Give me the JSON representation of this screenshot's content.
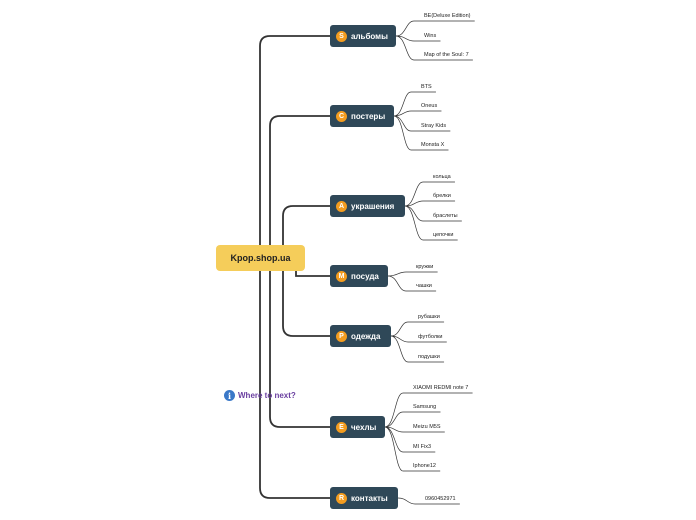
{
  "root": {
    "label": "Kpop.shop.ua"
  },
  "next": {
    "label": "Where to next?",
    "icon": "info-icon"
  },
  "branches": [
    {
      "key": "albums",
      "badge": "S",
      "label": "альбомы",
      "leaves": [
        "BE(Deluxe Edition)",
        "Wins",
        "Map of the Soul: 7"
      ]
    },
    {
      "key": "posters",
      "badge": "C",
      "label": "постеры",
      "leaves": [
        "BTS",
        "Oneus",
        "Stray Kids",
        "Monsta X"
      ]
    },
    {
      "key": "jewelry",
      "badge": "A",
      "label": "украшения",
      "leaves": [
        "кольца",
        "брелки",
        "браслеты",
        "цепочки"
      ]
    },
    {
      "key": "dishes",
      "badge": "M",
      "label": "посуда",
      "leaves": [
        "кружки",
        "чашки"
      ]
    },
    {
      "key": "clothes",
      "badge": "P",
      "label": "одежда",
      "leaves": [
        "рубашки",
        "футболки",
        "подушки"
      ]
    },
    {
      "key": "cases",
      "badge": "E",
      "label": "чехлы",
      "leaves": [
        "XIAOMI REDMI note 7",
        "Samsung",
        "Meizu M5S",
        "MI Fix3",
        "Iphone12"
      ]
    },
    {
      "key": "contacts",
      "badge": "R",
      "label": "контакты",
      "leaves": [
        "0960452971"
      ]
    }
  ],
  "colors": {
    "root": "#f5cd5a",
    "branch": "#2f4858",
    "badge": "#f39c1f",
    "line": "#333333",
    "next": "#6a3fa0"
  }
}
